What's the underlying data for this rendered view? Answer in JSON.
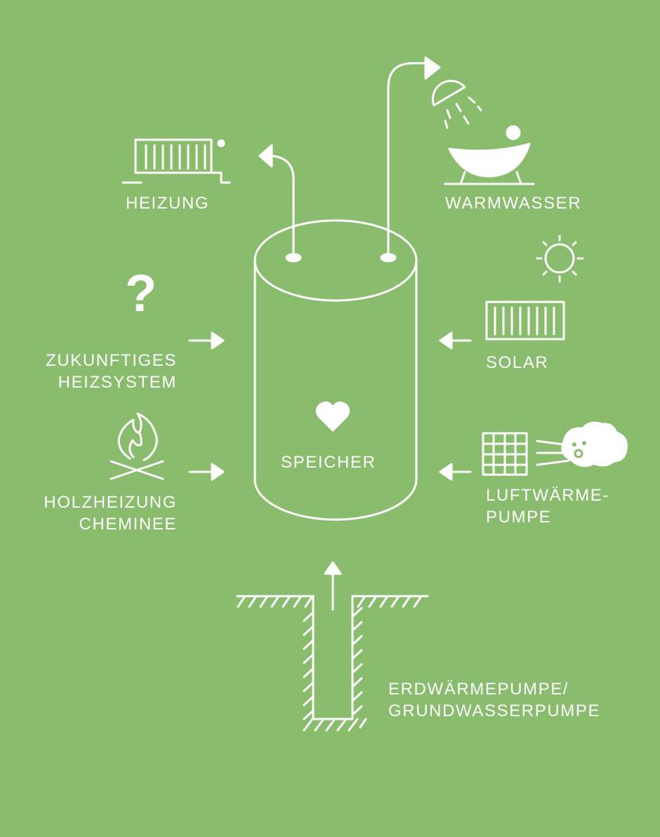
{
  "diagram": {
    "background": "#89bc6d",
    "stroke_color": "#ffffff",
    "labels": {
      "heizung": "HEIZUNG",
      "warmwasser": "WARMWASSER",
      "zukunft_line1": "ZUKUNFTIGES",
      "zukunft_line2": "HEIZSYSTEM",
      "solar": "SOLAR",
      "holz_line1": "HOLZHEIZUNG",
      "holz_line2": "CHEMINEE",
      "speicher": "SPEICHER",
      "luft_line1": "LUFTWÄRME-",
      "luft_line2": "PUMPE",
      "erd_line1": "ERDWÄRMEPUMPE/",
      "erd_line2": "GRUNDWASSERPUMPE"
    },
    "question_mark": "?",
    "icons": [
      "radiator-icon",
      "shower-icon",
      "bathtub-icon",
      "sun-icon",
      "solar-panel-icon",
      "question-icon",
      "fire-icon",
      "heat-pump-grid-icon",
      "wind-cloud-icon",
      "ground-shaft-icon",
      "heart-icon",
      "storage-tank-icon"
    ]
  }
}
